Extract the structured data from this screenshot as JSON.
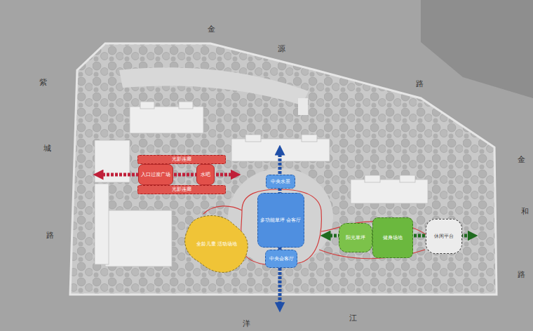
{
  "diagram": {
    "nodes": [
      {
        "text": [
          "光影连廊"
        ]
      },
      {
        "text": [
          "入口过渡广场"
        ]
      },
      {
        "text": [
          "水吧"
        ]
      },
      {
        "text": [
          "光影连廊"
        ]
      },
      {
        "text": [
          "中央水景"
        ]
      },
      {
        "text": [
          "多功能草坪 会客厅"
        ]
      },
      {
        "text": [
          "中央会客厅"
        ]
      },
      {
        "text": [
          "全龄儿童 活动场地"
        ]
      },
      {
        "text": [
          "阳光草坪"
        ]
      },
      {
        "text": [
          "健身场地"
        ]
      },
      {
        "text": [
          "休闲平台"
        ]
      }
    ],
    "labels": [
      "紫",
      "城",
      "路",
      "金",
      "源",
      "路",
      "金",
      "和",
      "路",
      "洋",
      "江"
    ]
  }
}
